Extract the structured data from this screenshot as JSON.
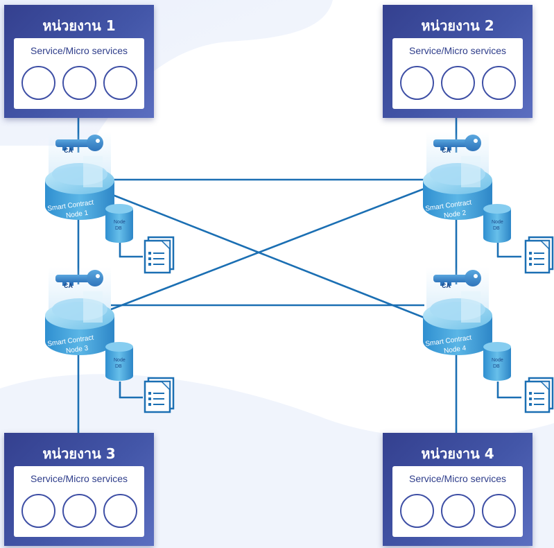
{
  "organizations": [
    {
      "title": "หน่วยงาน 1",
      "service_label": "Service/Micro services",
      "services": 3
    },
    {
      "title": "หน่วยงาน 2",
      "service_label": "Service/Micro services",
      "services": 3
    },
    {
      "title": "หน่วยงาน 3",
      "service_label": "Service/Micro services",
      "services": 3
    },
    {
      "title": "หน่วยงาน 4",
      "service_label": "Service/Micro services",
      "services": 3
    }
  ],
  "nodes": [
    {
      "ca_label": "CA",
      "contract_label": "Smart Contract",
      "node_label": "Node 1",
      "db_label_1": "Node",
      "db_label_2": "DB"
    },
    {
      "ca_label": "CA",
      "contract_label": "Smart Contract",
      "node_label": "Node 2",
      "db_label_1": "Node",
      "db_label_2": "DB"
    },
    {
      "ca_label": "CA",
      "contract_label": "Smart Contract",
      "node_label": "Node 3",
      "db_label_1": "Node",
      "db_label_2": "DB"
    },
    {
      "ca_label": "CA",
      "contract_label": "Smart Contract",
      "node_label": "Node 4",
      "db_label_1": "Node",
      "db_label_2": "DB"
    }
  ],
  "colors": {
    "org_box": "#3c4b9e",
    "link": "#1b6fb3",
    "node_top": "#9fd7f1",
    "node_body": "#49a8db"
  },
  "icons": [
    "key-icon",
    "database-icon",
    "document-icon",
    "server-node-icon"
  ]
}
